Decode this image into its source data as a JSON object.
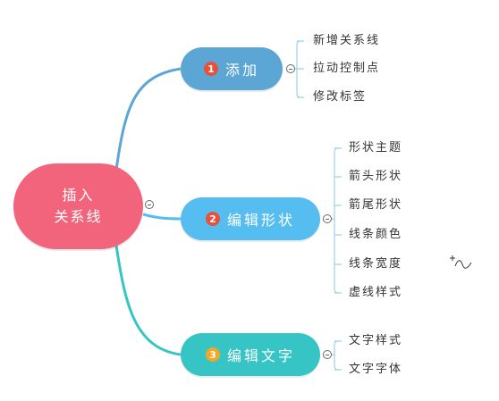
{
  "root": {
    "line1": "插入",
    "line2": "关系线"
  },
  "branches": [
    {
      "badge": "1",
      "label": "添加",
      "children": [
        "新增关系线",
        "拉动控制点",
        "修改标签"
      ]
    },
    {
      "badge": "2",
      "label": "编辑形状",
      "children": [
        "形状主题",
        "箭头形状",
        "箭尾形状",
        "线条颜色",
        "线条宽度",
        "虚线样式"
      ]
    },
    {
      "badge": "3",
      "label": "编辑文字",
      "children": [
        "文字样式",
        "文字字体"
      ]
    }
  ],
  "colors": {
    "root": "#f2647c",
    "branch1": "#5ba6d4",
    "branch2": "#56bdf0",
    "branch3": "#37c4c4",
    "badge1": "#e8503a",
    "badge2": "#e8503a",
    "badge3": "#f5a623"
  },
  "icons": {
    "collapse": "minus-circle-icon",
    "cursor": "relationship-cursor-icon"
  }
}
